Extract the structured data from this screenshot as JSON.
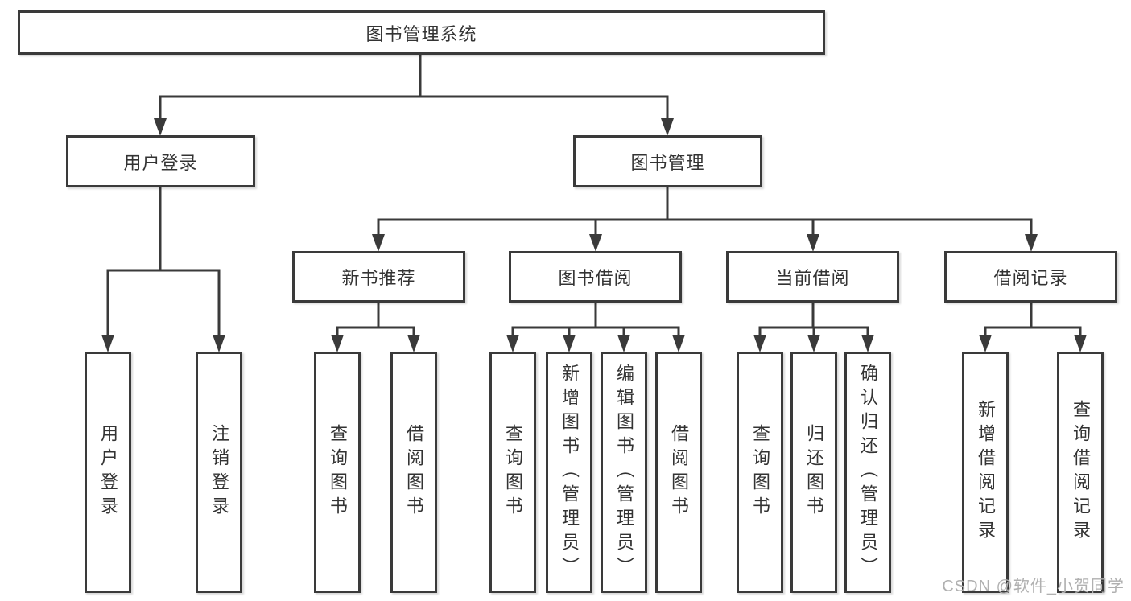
{
  "nodes": {
    "root": "图书管理系统",
    "l1": [
      "用户登录",
      "图书管理"
    ],
    "l2": [
      "新书推荐",
      "图书借阅",
      "当前借阅",
      "借阅记录"
    ],
    "l3_user": [
      "用户登录",
      "注销登录"
    ],
    "l3_newbook": [
      "查询图书",
      "借阅图书"
    ],
    "l3_borrow": [
      "查询图书",
      "新增图书（管理员）",
      "编辑图书（管理员）",
      "借阅图书"
    ],
    "l3_current": [
      "查询图书",
      "归还图书",
      "确认归还（管理员）"
    ],
    "l3_records": [
      "新增借阅记录",
      "查询借阅记录"
    ]
  },
  "watermark": "CSDN @软件_小贺同学",
  "colors": {
    "line": "#3a3a3a",
    "text": "#333333",
    "watermark": "#b0b0b0",
    "background": "#ffffff"
  }
}
